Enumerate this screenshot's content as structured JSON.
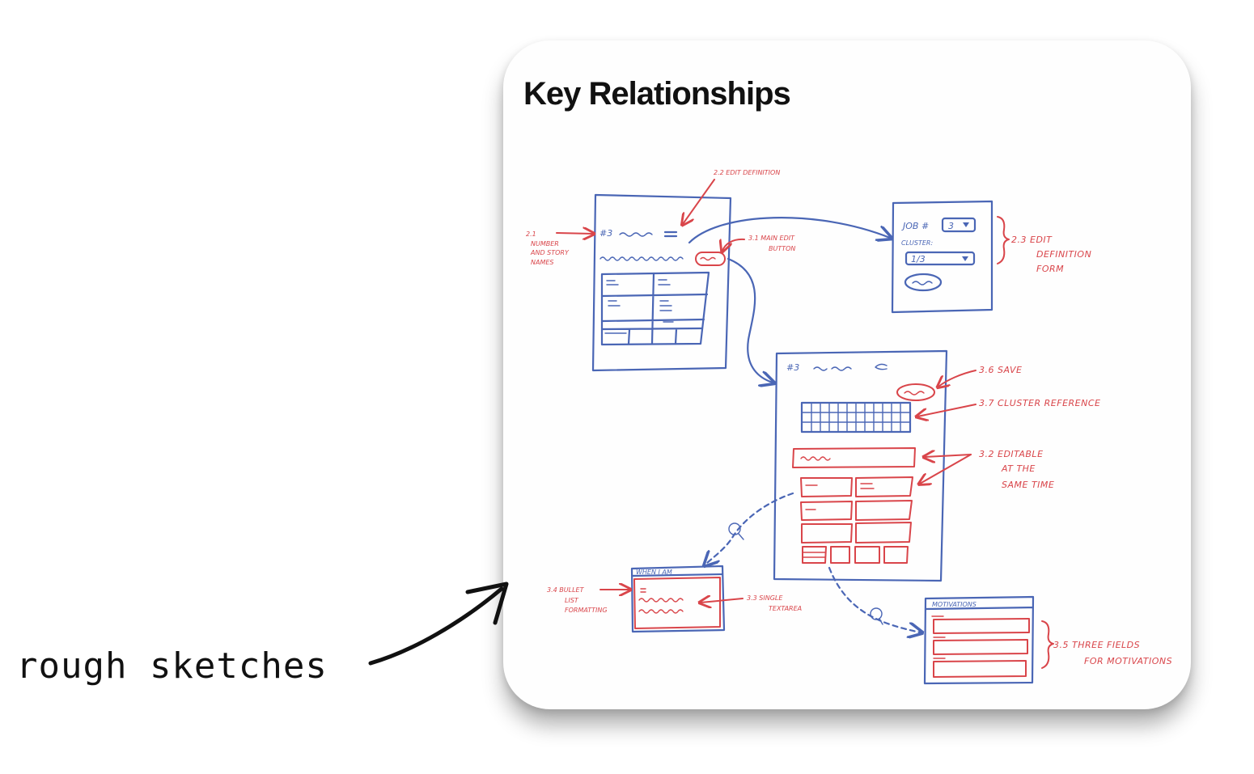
{
  "slide": {
    "title": "Key Relationships"
  },
  "outer_label": "rough sketches",
  "colors": {
    "sketch_blue": "#4a66b5",
    "annotation_red": "#d9454a",
    "ink": "#111111"
  },
  "annotations": {
    "a21": [
      "2.1",
      "NUMBER",
      "AND STORY",
      "NAMES"
    ],
    "a22": "2.2 EDIT DEFINITION",
    "a31": [
      "3.1 MAIN EDIT",
      "BUTTON"
    ],
    "a23": [
      "2.3 EDIT",
      "DEFINITION",
      "FORM"
    ],
    "a36": "3.6 SAVE",
    "a37": "3.7 CLUSTER REFERENCE",
    "a32": [
      "3.2 EDITABLE",
      "AT THE",
      "SAME TIME"
    ],
    "a34": [
      "3.4 BULLET",
      "LIST",
      "FORMATTING"
    ],
    "a33": [
      "3.3 SINGLE",
      "TEXTAREA"
    ],
    "a35": [
      "3.5 THREE FIELDS",
      "FOR MOTIVATIONS"
    ]
  },
  "sketch_text": {
    "story_number": "#3",
    "job_label": "JOB #",
    "job_value": "3",
    "cluster_label": "CLUSTER:",
    "cluster_value": "1/3",
    "when_title": "WHEN I AM",
    "motivations_title": "MOTIVATIONS"
  }
}
